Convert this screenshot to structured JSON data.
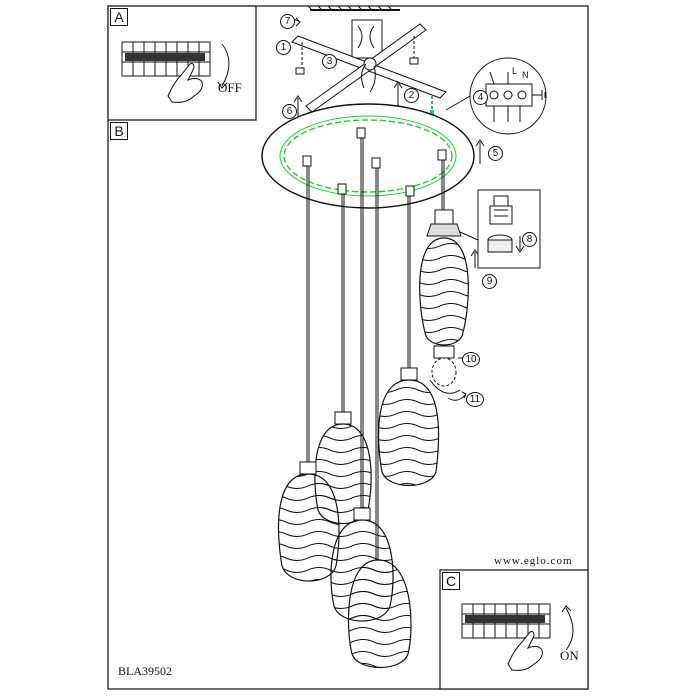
{
  "panels": {
    "a": "A",
    "b": "B",
    "c": "C"
  },
  "labels": {
    "off": "OFF",
    "on": "ON",
    "website": "www.eglo.com",
    "model": "BLA39502"
  },
  "terminal": {
    "l": "L",
    "n": "N"
  },
  "steps": [
    "1",
    "2",
    "3",
    "4",
    "5",
    "6",
    "7",
    "8",
    "9",
    "10",
    "11"
  ],
  "icons": [
    "hand-icon",
    "rotate-arrow-icon",
    "circuit-breaker-icon",
    "earth-ground-icon"
  ],
  "colors": {
    "line": "#111111",
    "accent_green": "#22cc33"
  }
}
